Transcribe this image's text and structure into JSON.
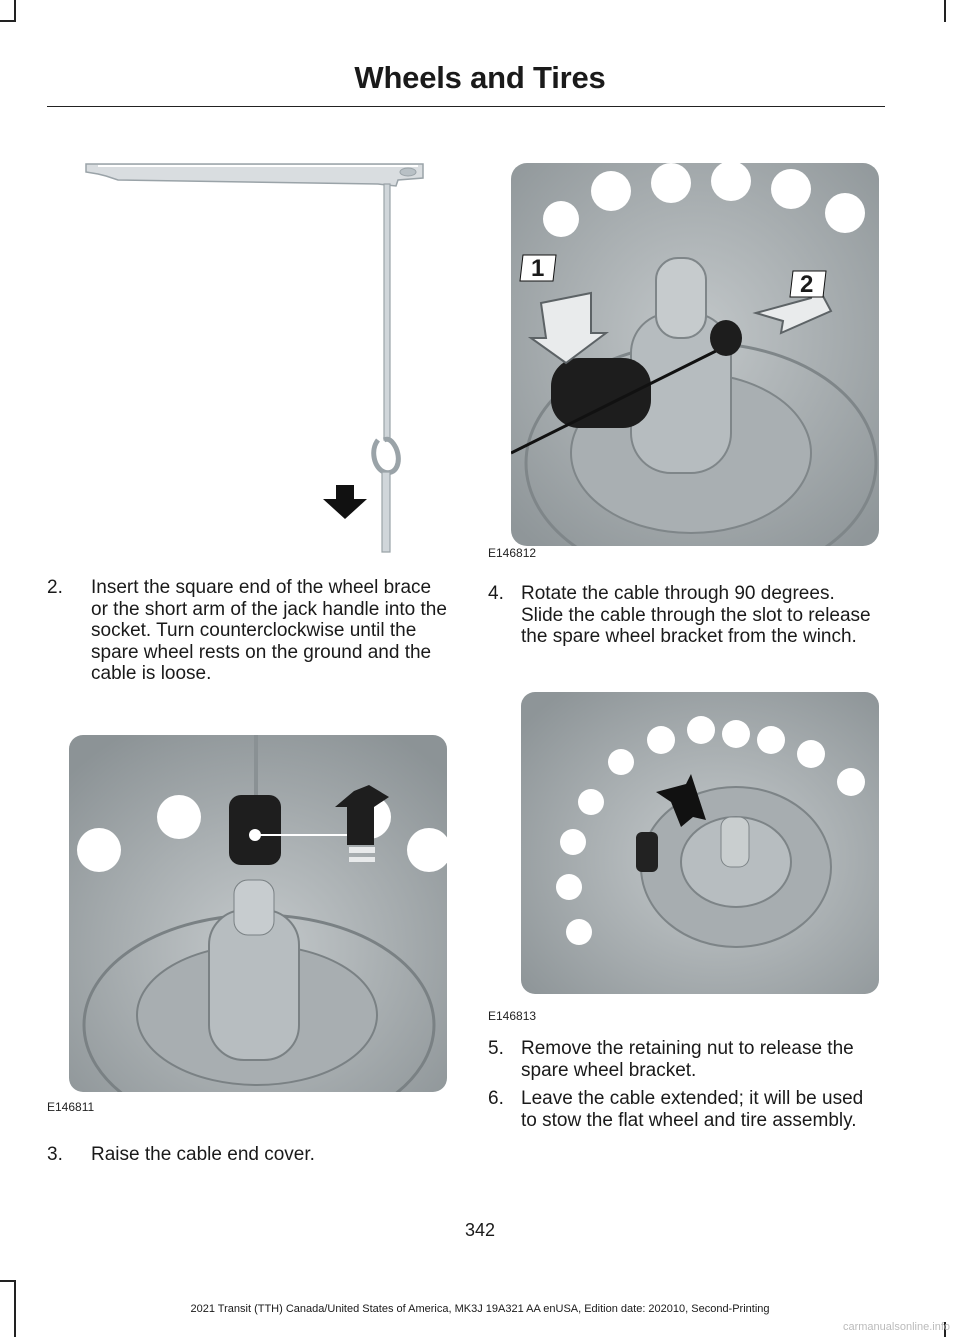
{
  "header": {
    "title": "Wheels and Tires"
  },
  "figures": {
    "top_left": {
      "id": ""
    },
    "top_right": {
      "id": "E146812",
      "callout_1": "1",
      "callout_2": "2"
    },
    "mid_right": {
      "id": "E146813"
    },
    "bottom_left": {
      "id": "E146811"
    }
  },
  "steps": [
    {
      "num": "2.",
      "text": "Insert the square end of the wheel brace or the short arm of the jack handle into the socket. Turn counterclockwise until the spare wheel rests on the ground and the cable is loose."
    },
    {
      "num": "3.",
      "text": "Raise the cable end cover."
    },
    {
      "num": "4.",
      "text": "Rotate the cable through 90 degrees. Slide the cable through the slot to release the spare wheel bracket from the winch."
    },
    {
      "num": "5.",
      "text": "Remove the retaining nut to release the spare wheel bracket."
    },
    {
      "num": "6.",
      "text": "Leave the cable extended; it will be used to stow the flat wheel and tire assembly."
    }
  ],
  "page_number": "342",
  "footer": {
    "text": "2021 Transit (TTH) Canada/United States of America, MK3J 19A321 AA enUSA, Edition date: 202010, Second-Printing"
  },
  "watermark": "carmanualsonline.info"
}
